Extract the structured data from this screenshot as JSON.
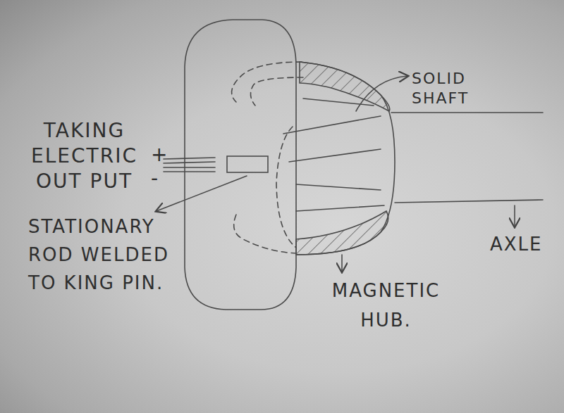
{
  "diagram": {
    "labels": [
      "TAKING ELECTRIC OUT PUT",
      "+",
      "-",
      "STATIONARY ROD WELDED TO KING PIN.",
      "SOLID SHAFT",
      "MAGNETIC HUB.",
      "AXLE"
    ]
  }
}
